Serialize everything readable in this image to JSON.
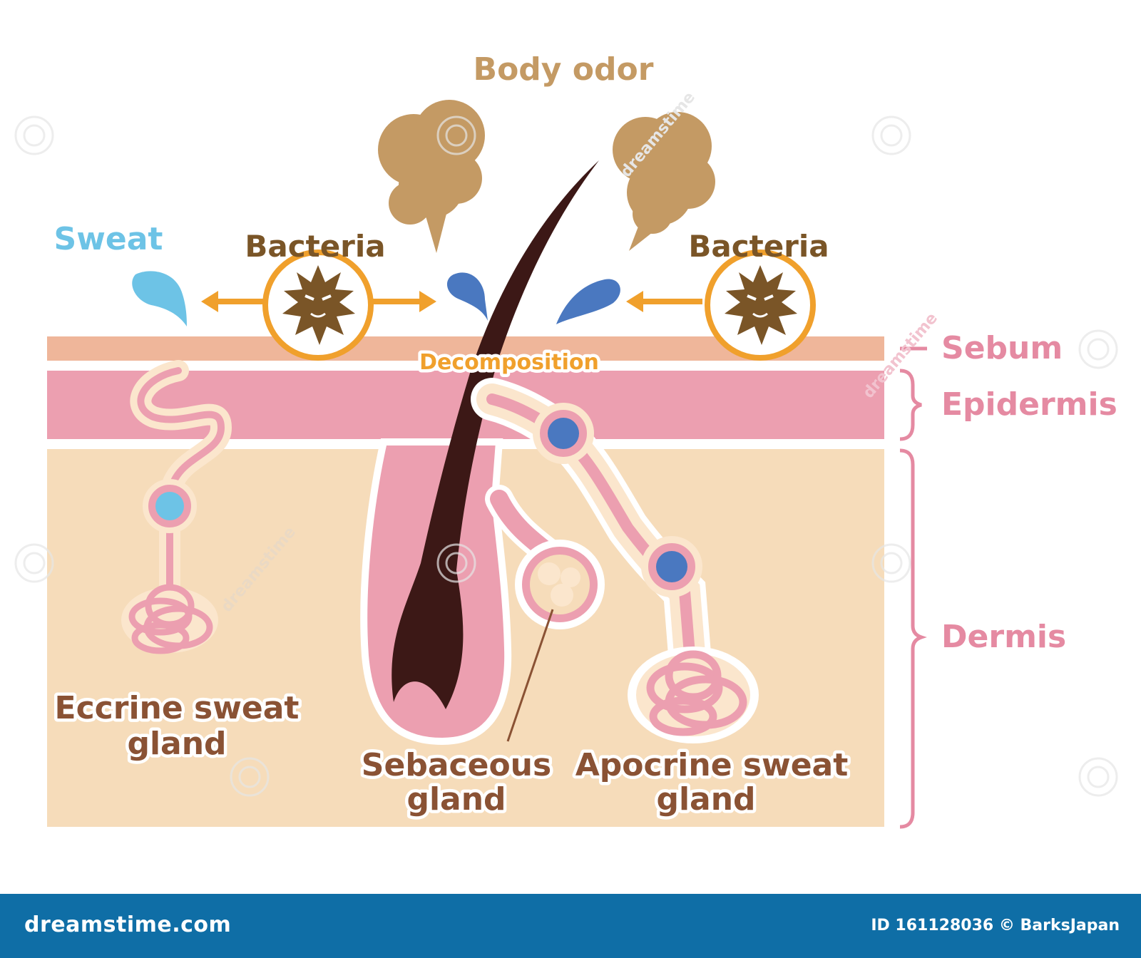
{
  "title": "Body odor",
  "labels": {
    "sweat": "Sweat",
    "bacteria_left": "Bacteria",
    "bacteria_right": "Bacteria",
    "decomposition": "Decomposition",
    "sebum": "Sebum",
    "epidermis": "Epidermis",
    "dermis": "Dermis",
    "eccrine_line1": "Eccrine sweat",
    "eccrine_line2": "gland",
    "sebaceous_line1": "Sebaceous",
    "sebaceous_line2": "gland",
    "apocrine_line1": "Apocrine sweat",
    "apocrine_line2": "gland"
  },
  "watermark": "dreamstime",
  "footer": {
    "site": "dreamstime.com",
    "meta": "ID 161128036 © BarksJapan"
  },
  "colors": {
    "odor": "#c49a64",
    "bacteria": "#7a5527",
    "arrow": "#f0a02c",
    "sweat": "#6dc3e6",
    "sweat_dark": "#4a78c0",
    "sebum": "#efb69a",
    "epidermis": "#ec9fb0",
    "dermis": "#f6dcba",
    "hair": "#3c1816",
    "bracket": "#e58aa2",
    "text_brown": "#8a5234",
    "footer_bg": "#0f6ea6"
  }
}
